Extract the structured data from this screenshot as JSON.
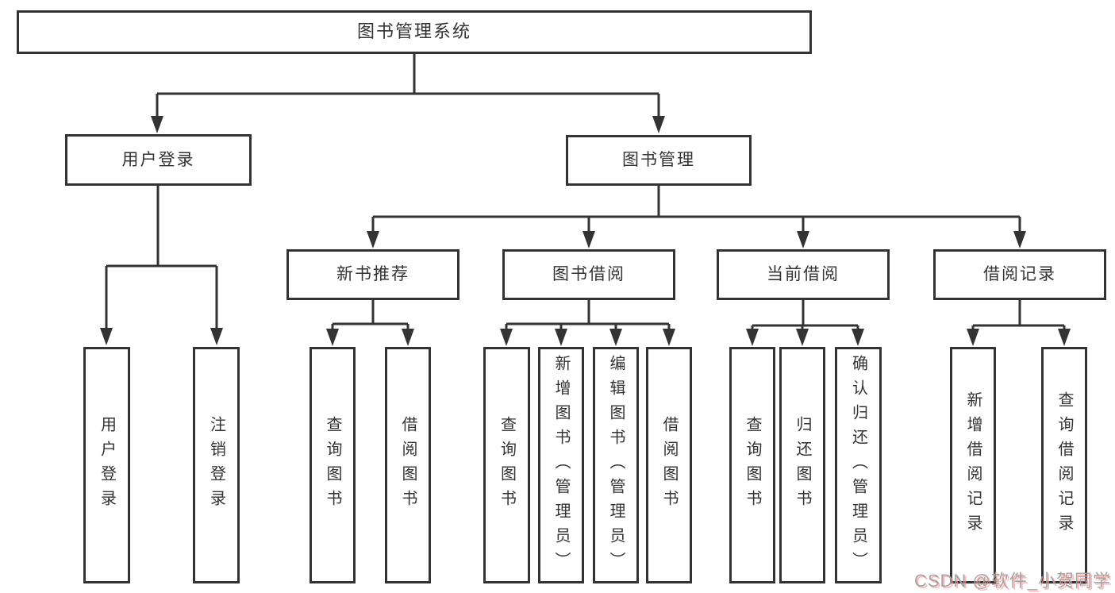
{
  "diagram": {
    "type": "hierarchy-tree",
    "style": {
      "line_color": "#333333",
      "text_color": "#333333",
      "background": "#ffffff",
      "watermark_gray": "#9e9e9e",
      "watermark_pink": "#ff9191"
    },
    "tree": {
      "label": "图书管理系统",
      "children": [
        {
          "label": "用户登录",
          "children": [
            {
              "label": "用户登录"
            },
            {
              "label": "注销登录"
            }
          ]
        },
        {
          "label": "图书管理",
          "children": [
            {
              "label": "新书推荐",
              "children": [
                {
                  "label": "查询图书"
                },
                {
                  "label": "借阅图书"
                }
              ]
            },
            {
              "label": "图书借阅",
              "children": [
                {
                  "label": "查询图书"
                },
                {
                  "label": "新增图书（管理员）"
                },
                {
                  "label": "编辑图书（管理员）"
                },
                {
                  "label": "借阅图书"
                }
              ]
            },
            {
              "label": "当前借阅",
              "children": [
                {
                  "label": "查询图书"
                },
                {
                  "label": "归还图书"
                },
                {
                  "label": "确认归还（管理员）"
                }
              ]
            },
            {
              "label": "借阅记录",
              "children": [
                {
                  "label": "新增借阅记录"
                },
                {
                  "label": "查询借阅记录"
                }
              ]
            }
          ]
        }
      ]
    },
    "watermark": {
      "text": "CSDN @软件_小贺同学"
    }
  }
}
